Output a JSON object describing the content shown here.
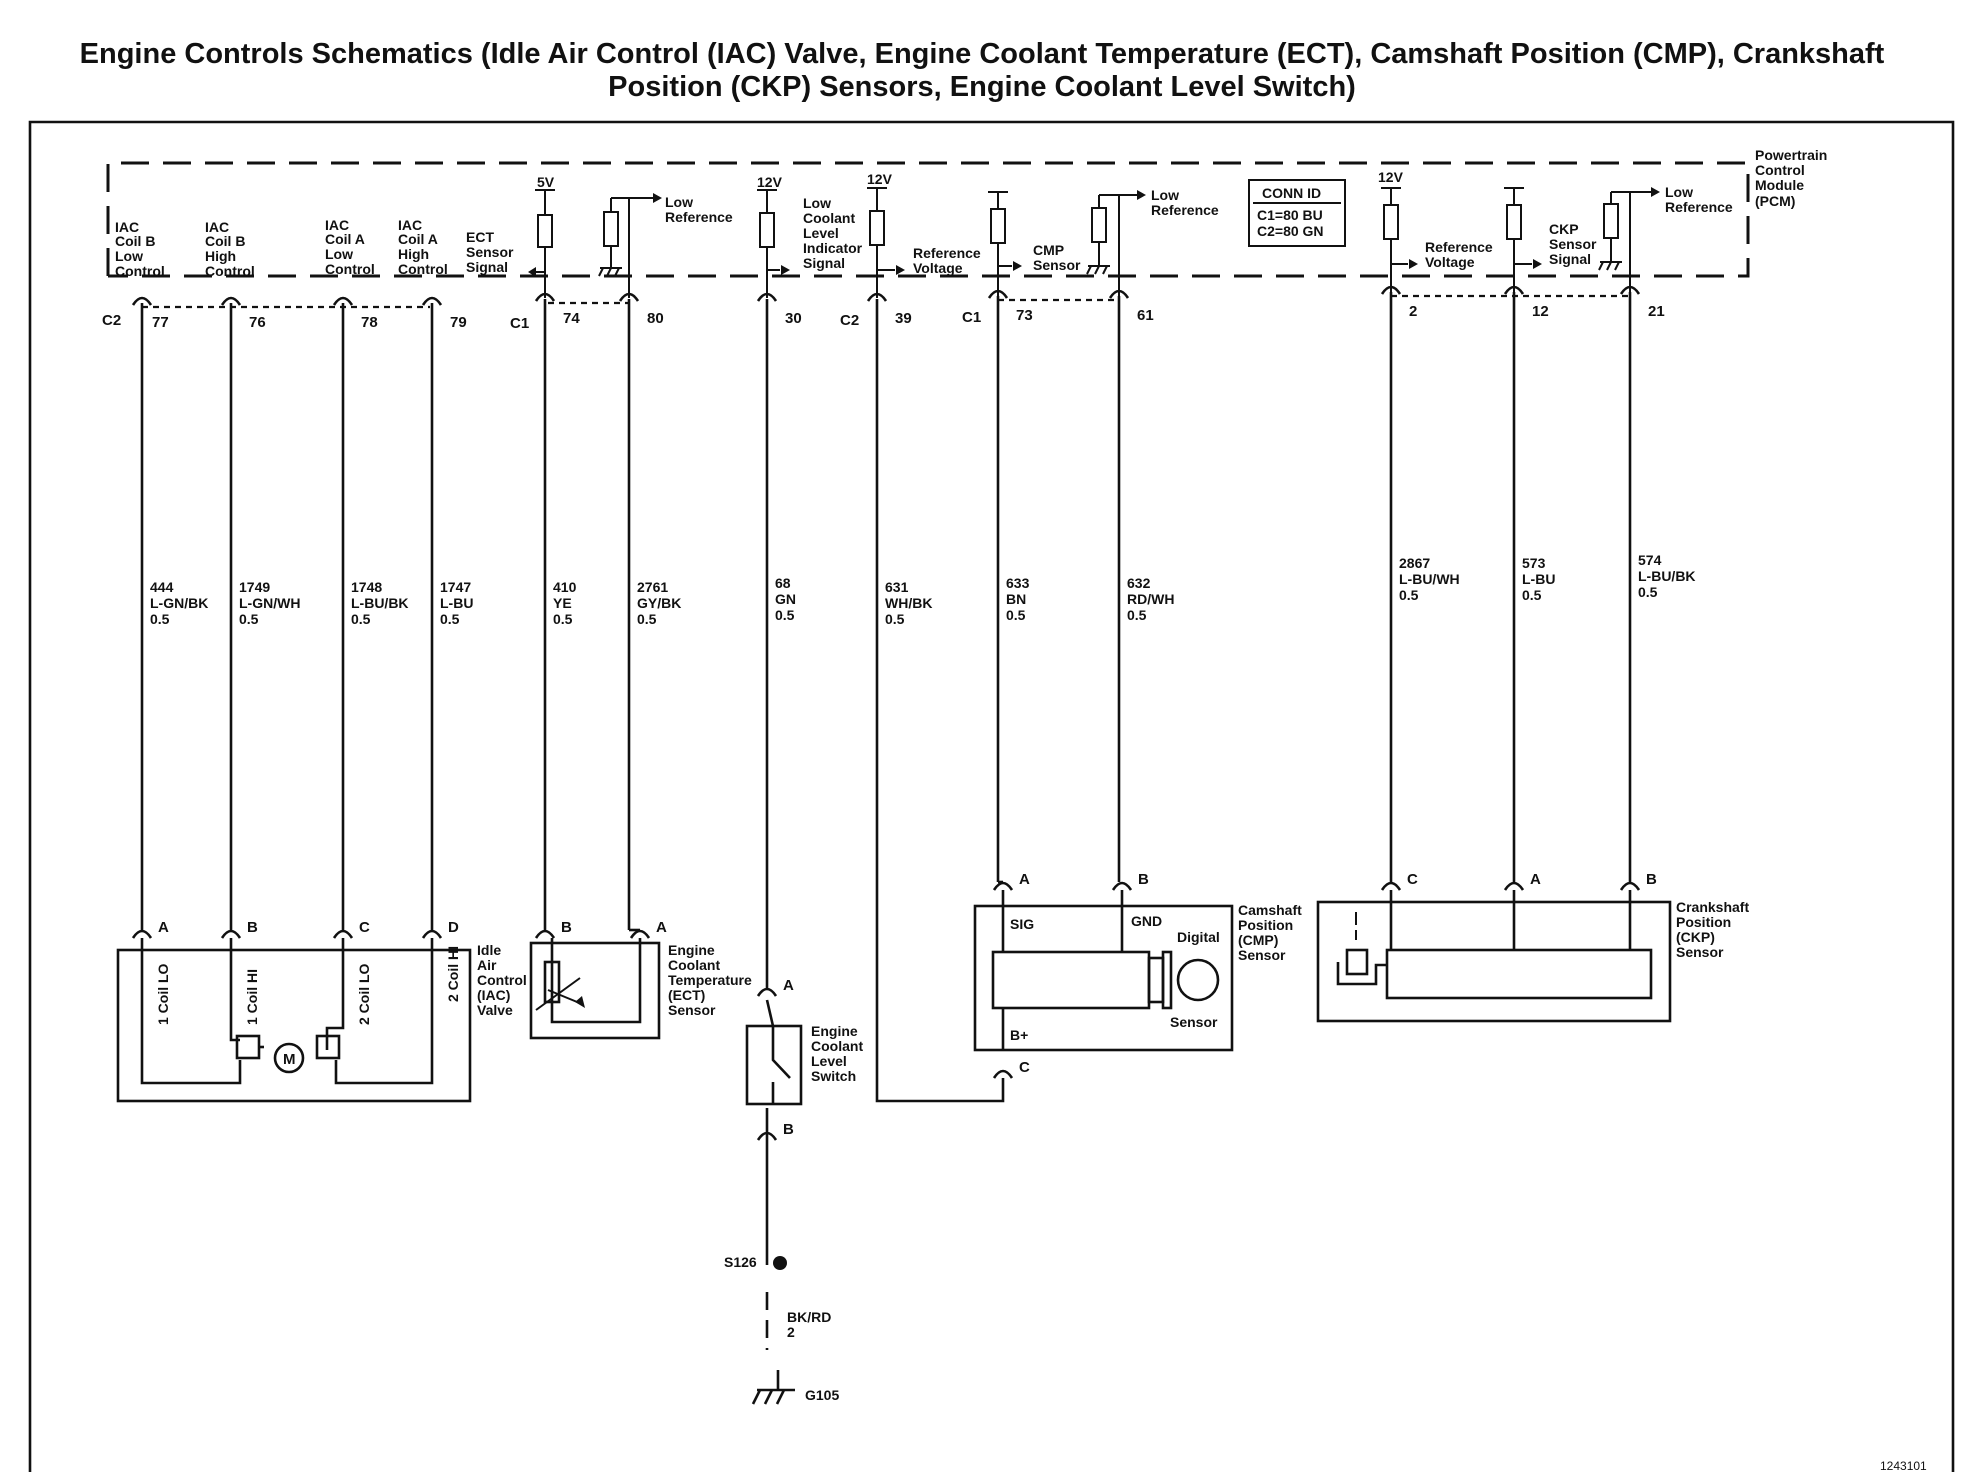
{
  "title": {
    "line1": "Engine Controls Schematics (Idle Air Control (IAC) Valve, Engine Coolant Temperature (ECT), Camshaft Position (CMP), Crankshaft",
    "line2": "Position (CKP) Sensors, Engine Coolant Level Switch)"
  },
  "pcm": {
    "label": [
      "Powertrain",
      "Control",
      "Module",
      "(PCM)"
    ],
    "conn_id": {
      "heading": "CONN ID",
      "c1": "C1=80 BU",
      "c2": "C2=80 GN"
    }
  },
  "internal_labels": {
    "iac_b_low": [
      "IAC",
      "Coil B",
      "Low",
      "Control"
    ],
    "iac_b_high": [
      "IAC",
      "Coil B",
      "High",
      "Control"
    ],
    "iac_a_low": [
      "IAC",
      "Coil A",
      "Low",
      "Control"
    ],
    "iac_a_high": [
      "IAC",
      "Coil A",
      "High",
      "Control"
    ],
    "ect_signal": [
      "ECT",
      "Sensor",
      "Signal"
    ],
    "ect_low_ref": [
      "Low",
      "Reference"
    ],
    "coolant_signal": [
      "Low",
      "Coolant",
      "Level",
      "Indicator",
      "Signal"
    ],
    "ref_voltage_cmp": [
      "Reference",
      "Voltage"
    ],
    "cmp_signal": [
      "CMP",
      "Sensor"
    ],
    "cmp_low_ref": [
      "Low",
      "Reference"
    ],
    "ref_voltage_ckp": [
      "Reference",
      "Voltage"
    ],
    "ckp_signal": [
      "CKP",
      "Sensor",
      "Signal"
    ],
    "ckp_low_ref": [
      "Low",
      "Reference"
    ]
  },
  "supplies": {
    "v5": "5V",
    "v12": "12V"
  },
  "connectors": {
    "c1": "C1",
    "c2": "C2"
  },
  "pcm_pins": [
    "77",
    "76",
    "78",
    "79",
    "74",
    "80",
    "30",
    "39",
    "73",
    "61",
    "2",
    "12",
    "21"
  ],
  "wires": [
    {
      "circuit": "444",
      "color": "L-GN/BK",
      "size": "0.5"
    },
    {
      "circuit": "1749",
      "color": "L-GN/WH",
      "size": "0.5"
    },
    {
      "circuit": "1748",
      "color": "L-BU/BK",
      "size": "0.5"
    },
    {
      "circuit": "1747",
      "color": "L-BU",
      "size": "0.5"
    },
    {
      "circuit": "410",
      "color": "YE",
      "size": "0.5"
    },
    {
      "circuit": "2761",
      "color": "GY/BK",
      "size": "0.5"
    },
    {
      "circuit": "68",
      "color": "GN",
      "size": "0.5"
    },
    {
      "circuit": "631",
      "color": "WH/BK",
      "size": "0.5"
    },
    {
      "circuit": "633",
      "color": "BN",
      "size": "0.5"
    },
    {
      "circuit": "632",
      "color": "RD/WH",
      "size": "0.5"
    },
    {
      "circuit": "2867",
      "color": "L-BU/WH",
      "size": "0.5"
    },
    {
      "circuit": "573",
      "color": "L-BU",
      "size": "0.5"
    },
    {
      "circuit": "574",
      "color": "L-BU/BK",
      "size": "0.5"
    }
  ],
  "components": {
    "iac": {
      "name": [
        "Idle",
        "Air",
        "Control",
        "(IAC)",
        "Valve"
      ],
      "pins": [
        "A",
        "B",
        "C",
        "D"
      ],
      "coils": [
        "1 Coil LO",
        "1 Coil HI",
        "2 Coil LO",
        "2 Coil HI"
      ],
      "motor": "M"
    },
    "ect": {
      "name": [
        "Engine",
        "Coolant",
        "Temperature",
        "(ECT)",
        "Sensor"
      ],
      "pins": [
        "B",
        "A"
      ]
    },
    "coolant_switch": {
      "name": [
        "Engine",
        "Coolant",
        "Level",
        "Switch"
      ],
      "pins": [
        "A",
        "B"
      ]
    },
    "cmp": {
      "name": [
        "Camshaft",
        "Position",
        "(CMP)",
        "Sensor"
      ],
      "pins": [
        "A",
        "B",
        "C"
      ],
      "sig": "SIG",
      "gnd": "GND",
      "bplus": "B+",
      "digital": "Digital",
      "sensor": "Sensor"
    },
    "ckp": {
      "name": [
        "Crankshaft",
        "Position",
        "(CKP)",
        "Sensor"
      ],
      "pins": [
        "C",
        "A",
        "B"
      ]
    }
  },
  "ground": {
    "splice": "S126",
    "wire": {
      "color": "BK/RD",
      "size": "2"
    },
    "ground_id": "G105"
  },
  "figure_id": "1243101"
}
